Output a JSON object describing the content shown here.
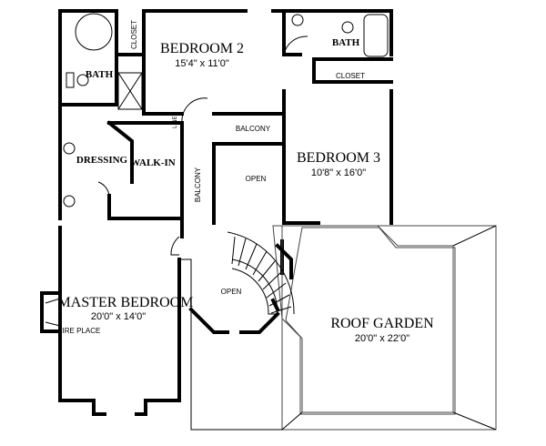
{
  "plan": {
    "rooms": {
      "bedroom2": {
        "name": "BEDROOM 2",
        "size": "15'4\" x 11'0\""
      },
      "bedroom3": {
        "name": "BEDROOM 3",
        "size": "10'8\" x 16'0\""
      },
      "master": {
        "name": "MASTER BEDROOM",
        "size": "20'0\" x 14'0\""
      },
      "roof_garden": {
        "name": "ROOF GARDEN",
        "size": "20'0\" x 22'0\""
      }
    },
    "labels": {
      "bath_left": "BATH",
      "bath_right": "BATH",
      "closet_left": "CLOSET",
      "closet_right": "CLOSET",
      "dressing": "DRESSING",
      "walk_in": "WALK-IN",
      "linen": "LINEN",
      "balcony_top": "BALCONY",
      "balcony_side": "BALCONY",
      "open_upper": "OPEN",
      "open_lower": "OPEN",
      "fire_place": "FIRE PLACE"
    }
  }
}
